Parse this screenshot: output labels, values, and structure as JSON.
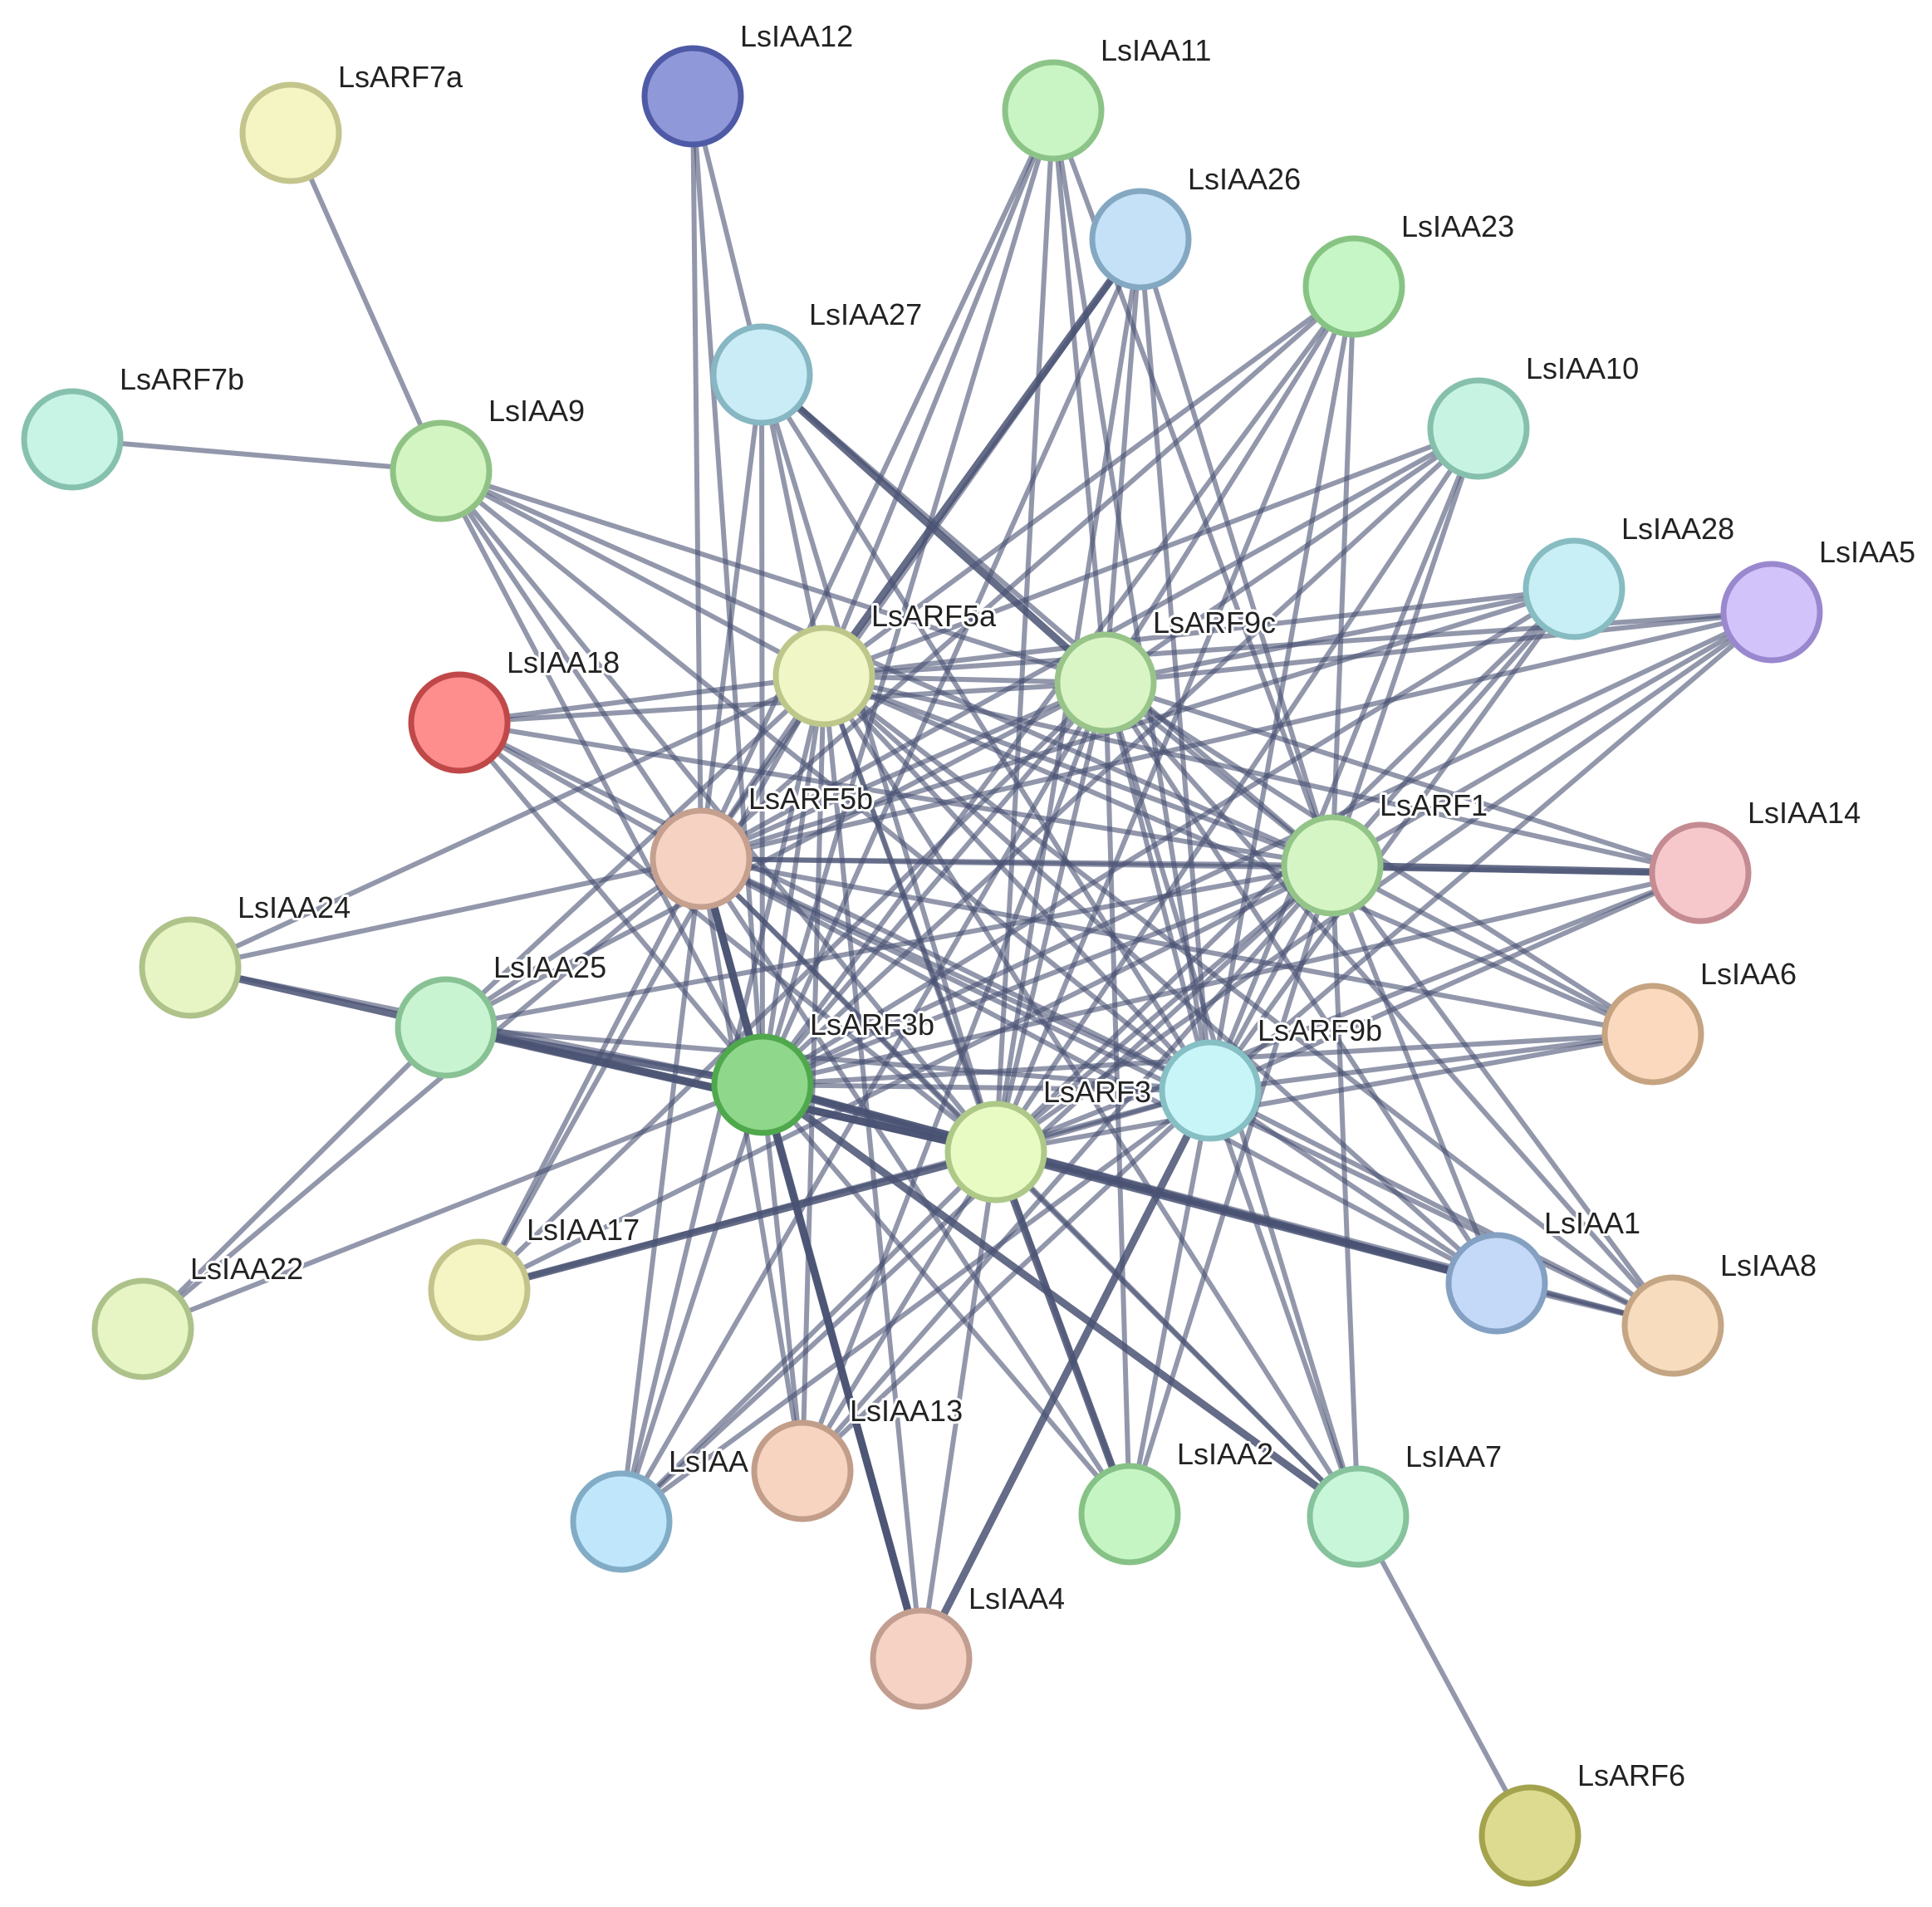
{
  "network": {
    "nodes": [
      {
        "id": "LsARF7a",
        "label": "LsARF7a",
        "fill": "#f5f5c4",
        "stroke": "#c3c58c"
      },
      {
        "id": "LsIAA12",
        "label": "LsIAA12",
        "fill": "#8f98d8",
        "stroke": "#4f5aa6"
      },
      {
        "id": "LsIAA11",
        "label": "LsIAA11",
        "fill": "#c9f5c4",
        "stroke": "#8cc488"
      },
      {
        "id": "LsIAA26",
        "label": "LsIAA26",
        "fill": "#c4e1f7",
        "stroke": "#84a8c2"
      },
      {
        "id": "LsIAA23",
        "label": "LsIAA23",
        "fill": "#c6f6c5",
        "stroke": "#87c484"
      },
      {
        "id": "LsIAA27",
        "label": "LsIAA27",
        "fill": "#c9ecf6",
        "stroke": "#86b7c2"
      },
      {
        "id": "LsIAA10",
        "label": "LsIAA10",
        "fill": "#c7f4e2",
        "stroke": "#86c0ac"
      },
      {
        "id": "LsARF7b",
        "label": "LsARF7b",
        "fill": "#c7f4e4",
        "stroke": "#86c0ae"
      },
      {
        "id": "LsIAA9",
        "label": "LsIAA9",
        "fill": "#d2f5c2",
        "stroke": "#90c285"
      },
      {
        "id": "LsIAA28",
        "label": "LsIAA28",
        "fill": "#c8eff5",
        "stroke": "#86bcc2"
      },
      {
        "id": "LsIAA5",
        "label": "LsIAA5",
        "fill": "#d2c4fb",
        "stroke": "#9a88cf"
      },
      {
        "id": "LsARF5a",
        "label": "LsARF5a",
        "fill": "#f1f6c6",
        "stroke": "#bdc78a"
      },
      {
        "id": "LsARF9c",
        "label": "LsARF9c",
        "fill": "#d9f5c5",
        "stroke": "#98c48a"
      },
      {
        "id": "LsIAA18",
        "label": "LsIAA18",
        "fill": "#fe8e8e",
        "stroke": "#c04848"
      },
      {
        "id": "LsARF5b",
        "label": "LsARF5b",
        "fill": "#f6d2c3",
        "stroke": "#c6a08e"
      },
      {
        "id": "LsARF1",
        "label": "LsARF1",
        "fill": "#d6f5c4",
        "stroke": "#93c488"
      },
      {
        "id": "LsIAA14",
        "label": "LsIAA14",
        "fill": "#f6c8cc",
        "stroke": "#c48c92"
      },
      {
        "id": "LsIAA24",
        "label": "LsIAA24",
        "fill": "#e7f5c4",
        "stroke": "#aec28a"
      },
      {
        "id": "LsIAA25",
        "label": "LsIAA25",
        "fill": "#c9f4d2",
        "stroke": "#88c294"
      },
      {
        "id": "LsIAA6",
        "label": "LsIAA6",
        "fill": "#fad9be",
        "stroke": "#c6a482"
      },
      {
        "id": "LsARF3b",
        "label": "LsARF3b",
        "fill": "#8fd78a",
        "stroke": "#4fa84c"
      },
      {
        "id": "LsARF9b",
        "label": "LsARF9b",
        "fill": "#c8f5f7",
        "stroke": "#86bfc4"
      },
      {
        "id": "LsARF3",
        "label": "LsARF3",
        "fill": "#e8fbc2",
        "stroke": "#aec888"
      },
      {
        "id": "LsIAA1",
        "label": "LsIAA1",
        "fill": "#c4d8f7",
        "stroke": "#84a0c2"
      },
      {
        "id": "LsIAA8",
        "label": "LsIAA8",
        "fill": "#f8dcbe",
        "stroke": "#c4a684"
      },
      {
        "id": "LsIAA22",
        "label": "LsIAA22",
        "fill": "#e7f5c4",
        "stroke": "#adc28a"
      },
      {
        "id": "LsIAA17",
        "label": "LsIAA17",
        "fill": "#f5f5c4",
        "stroke": "#c3c38c"
      },
      {
        "id": "LsIAA13",
        "label": "LsIAA13",
        "fill": "#f6d4c0",
        "stroke": "#c29e8a"
      },
      {
        "id": "LsIAA-hidden",
        "label": "LsIAA",
        "fill": "#bfe6fb",
        "stroke": "#82acc6"
      },
      {
        "id": "LsIAA2",
        "label": "LsIAA2",
        "fill": "#c6f5c4",
        "stroke": "#86c286"
      },
      {
        "id": "LsIAA7",
        "label": "LsIAA7",
        "fill": "#c7f6d8",
        "stroke": "#86c29c"
      },
      {
        "id": "LsIAA4",
        "label": "LsIAA4",
        "fill": "#f6d2c5",
        "stroke": "#c29e90"
      },
      {
        "id": "LsARF6",
        "label": "LsARF6",
        "fill": "#dcdb8f",
        "stroke": "#a4a34e"
      }
    ],
    "edges": [
      [
        "LsARF7a",
        "LsIAA9",
        1
      ],
      [
        "LsARF7b",
        "LsIAA9",
        1
      ],
      [
        "LsIAA12",
        "LsIAA27",
        1
      ],
      [
        "LsIAA12",
        "LsARF5b",
        1
      ],
      [
        "LsIAA12",
        "LsARF3b",
        1
      ],
      [
        "LsIAA11",
        "LsARF5a",
        1
      ],
      [
        "LsIAA11",
        "LsARF9c",
        1
      ],
      [
        "LsIAA11",
        "LsARF5b",
        1
      ],
      [
        "LsIAA11",
        "LsARF1",
        1
      ],
      [
        "LsIAA11",
        "LsARF3b",
        1
      ],
      [
        "LsIAA11",
        "LsARF3",
        1
      ],
      [
        "LsIAA11",
        "LsARF9b",
        1
      ],
      [
        "LsIAA26",
        "LsARF5a",
        2
      ],
      [
        "LsIAA26",
        "LsARF9c",
        1
      ],
      [
        "LsIAA26",
        "LsARF5b",
        1
      ],
      [
        "LsIAA26",
        "LsARF1",
        1
      ],
      [
        "LsIAA26",
        "LsARF3b",
        1
      ],
      [
        "LsIAA26",
        "LsARF3",
        1
      ],
      [
        "LsIAA26",
        "LsARF9b",
        1
      ],
      [
        "LsIAA23",
        "LsARF5a",
        1
      ],
      [
        "LsIAA23",
        "LsARF9c",
        1
      ],
      [
        "LsIAA23",
        "LsARF5b",
        1
      ],
      [
        "LsIAA23",
        "LsARF1",
        1
      ],
      [
        "LsIAA23",
        "LsARF3b",
        1
      ],
      [
        "LsIAA23",
        "LsARF3",
        1
      ],
      [
        "LsIAA23",
        "LsARF9b",
        1
      ],
      [
        "LsIAA27",
        "LsARF5a",
        1
      ],
      [
        "LsIAA27",
        "LsARF9c",
        2
      ],
      [
        "LsIAA27",
        "LsARF5b",
        1
      ],
      [
        "LsIAA27",
        "LsARF1",
        1
      ],
      [
        "LsIAA27",
        "LsARF3b",
        1
      ],
      [
        "LsIAA27",
        "LsARF3",
        1
      ],
      [
        "LsIAA27",
        "LsARF9b",
        1
      ],
      [
        "LsIAA10",
        "LsARF5a",
        1
      ],
      [
        "LsIAA10",
        "LsARF9c",
        1
      ],
      [
        "LsIAA10",
        "LsARF5b",
        1
      ],
      [
        "LsIAA10",
        "LsARF1",
        1
      ],
      [
        "LsIAA10",
        "LsARF3b",
        1
      ],
      [
        "LsIAA10",
        "LsARF3",
        1
      ],
      [
        "LsIAA10",
        "LsARF9b",
        1
      ],
      [
        "LsIAA9",
        "LsARF5a",
        1
      ],
      [
        "LsIAA9",
        "LsARF9c",
        1
      ],
      [
        "LsIAA9",
        "LsARF5b",
        1
      ],
      [
        "LsIAA9",
        "LsARF1",
        1
      ],
      [
        "LsIAA9",
        "LsARF3b",
        1
      ],
      [
        "LsIAA9",
        "LsARF3",
        1
      ],
      [
        "LsIAA9",
        "LsARF9b",
        1
      ],
      [
        "LsIAA28",
        "LsARF5a",
        1
      ],
      [
        "LsIAA28",
        "LsARF9c",
        1
      ],
      [
        "LsIAA28",
        "LsARF5b",
        1
      ],
      [
        "LsIAA28",
        "LsARF1",
        1
      ],
      [
        "LsIAA28",
        "LsARF3b",
        1
      ],
      [
        "LsIAA28",
        "LsARF3",
        1
      ],
      [
        "LsIAA28",
        "LsARF9b",
        1
      ],
      [
        "LsIAA5",
        "LsARF5a",
        1
      ],
      [
        "LsIAA5",
        "LsARF9c",
        1
      ],
      [
        "LsIAA5",
        "LsARF5b",
        1
      ],
      [
        "LsIAA5",
        "LsARF1",
        1
      ],
      [
        "LsIAA5",
        "LsARF3b",
        1
      ],
      [
        "LsIAA5",
        "LsARF3",
        1
      ],
      [
        "LsIAA5",
        "LsARF9b",
        1
      ],
      [
        "LsIAA18",
        "LsARF5a",
        1
      ],
      [
        "LsIAA18",
        "LsARF9c",
        1
      ],
      [
        "LsIAA18",
        "LsARF5b",
        1
      ],
      [
        "LsIAA18",
        "LsARF1",
        1
      ],
      [
        "LsIAA18",
        "LsARF3b",
        1
      ],
      [
        "LsIAA18",
        "LsARF3",
        1
      ],
      [
        "LsIAA18",
        "LsARF9b",
        1
      ],
      [
        "LsIAA14",
        "LsARF5a",
        1
      ],
      [
        "LsIAA14",
        "LsARF9c",
        1
      ],
      [
        "LsIAA14",
        "LsARF5b",
        1
      ],
      [
        "LsIAA14",
        "LsARF1",
        2
      ],
      [
        "LsIAA14",
        "LsARF3b",
        1
      ],
      [
        "LsIAA14",
        "LsARF3",
        1
      ],
      [
        "LsIAA14",
        "LsARF9b",
        1
      ],
      [
        "LsIAA24",
        "LsARF5a",
        1
      ],
      [
        "LsIAA24",
        "LsARF5b",
        1
      ],
      [
        "LsIAA24",
        "LsARF3b",
        1
      ],
      [
        "LsIAA24",
        "LsARF3",
        2
      ],
      [
        "LsIAA25",
        "LsARF5a",
        1
      ],
      [
        "LsIAA25",
        "LsARF9c",
        1
      ],
      [
        "LsIAA25",
        "LsARF5b",
        1
      ],
      [
        "LsIAA25",
        "LsARF1",
        1
      ],
      [
        "LsIAA25",
        "LsARF3b",
        2
      ],
      [
        "LsIAA25",
        "LsARF3",
        2
      ],
      [
        "LsIAA25",
        "LsARF9b",
        1
      ],
      [
        "LsIAA25",
        "LsIAA22",
        1
      ],
      [
        "LsIAA6",
        "LsARF5a",
        1
      ],
      [
        "LsIAA6",
        "LsARF9c",
        1
      ],
      [
        "LsIAA6",
        "LsARF5b",
        1
      ],
      [
        "LsIAA6",
        "LsARF1",
        1
      ],
      [
        "LsIAA6",
        "LsARF3b",
        1
      ],
      [
        "LsIAA6",
        "LsARF3",
        1
      ],
      [
        "LsIAA6",
        "LsARF9b",
        1
      ],
      [
        "LsIAA1",
        "LsARF5a",
        1
      ],
      [
        "LsIAA1",
        "LsARF9c",
        1
      ],
      [
        "LsIAA1",
        "LsARF5b",
        1
      ],
      [
        "LsIAA1",
        "LsARF1",
        1
      ],
      [
        "LsIAA1",
        "LsARF3b",
        2
      ],
      [
        "LsIAA1",
        "LsARF3",
        2
      ],
      [
        "LsIAA1",
        "LsARF9b",
        1
      ],
      [
        "LsIAA1",
        "LsIAA8",
        1
      ],
      [
        "LsIAA8",
        "LsARF5a",
        1
      ],
      [
        "LsIAA8",
        "LsARF9c",
        1
      ],
      [
        "LsIAA8",
        "LsARF5b",
        1
      ],
      [
        "LsIAA8",
        "LsARF1",
        1
      ],
      [
        "LsIAA8",
        "LsARF3b",
        1
      ],
      [
        "LsIAA8",
        "LsARF3",
        1
      ],
      [
        "LsIAA8",
        "LsARF9b",
        1
      ],
      [
        "LsIAA22",
        "LsARF5b",
        1
      ],
      [
        "LsIAA22",
        "LsARF3b",
        1
      ],
      [
        "LsIAA17",
        "LsARF5a",
        1
      ],
      [
        "LsIAA17",
        "LsARF9c",
        1
      ],
      [
        "LsIAA17",
        "LsARF5b",
        1
      ],
      [
        "LsIAA17",
        "LsARF1",
        1
      ],
      [
        "LsIAA17",
        "LsARF3",
        2
      ],
      [
        "LsIAA17",
        "LsARF9b",
        1
      ],
      [
        "LsIAA13",
        "LsARF5a",
        1
      ],
      [
        "LsIAA13",
        "LsARF9c",
        1
      ],
      [
        "LsIAA13",
        "LsARF5b",
        1
      ],
      [
        "LsIAA13",
        "LsARF1",
        1
      ],
      [
        "LsIAA13",
        "LsARF3b",
        1
      ],
      [
        "LsIAA13",
        "LsARF3",
        1
      ],
      [
        "LsIAA13",
        "LsARF9b",
        1
      ],
      [
        "LsIAA-hidden",
        "LsARF5a",
        1
      ],
      [
        "LsIAA-hidden",
        "LsARF9c",
        1
      ],
      [
        "LsIAA-hidden",
        "LsARF5b",
        1
      ],
      [
        "LsIAA-hidden",
        "LsARF1",
        1
      ],
      [
        "LsIAA-hidden",
        "LsARF3b",
        1
      ],
      [
        "LsIAA-hidden",
        "LsARF3",
        1
      ],
      [
        "LsIAA-hidden",
        "LsARF9b",
        1
      ],
      [
        "LsIAA2",
        "LsARF5a",
        1
      ],
      [
        "LsIAA2",
        "LsARF9c",
        1
      ],
      [
        "LsIAA2",
        "LsARF5b",
        1
      ],
      [
        "LsIAA2",
        "LsARF1",
        1
      ],
      [
        "LsIAA2",
        "LsARF3b",
        1
      ],
      [
        "LsIAA2",
        "LsARF3",
        2
      ],
      [
        "LsIAA2",
        "LsARF9b",
        1
      ],
      [
        "LsIAA7",
        "LsARF5a",
        1
      ],
      [
        "LsIAA7",
        "LsARF9c",
        1
      ],
      [
        "LsIAA7",
        "LsARF5b",
        1
      ],
      [
        "LsIAA7",
        "LsARF1",
        1
      ],
      [
        "LsIAA7",
        "LsARF3b",
        2
      ],
      [
        "LsIAA7",
        "LsARF3",
        1
      ],
      [
        "LsIAA7",
        "LsARF9b",
        1
      ],
      [
        "LsIAA7",
        "LsARF6",
        1
      ],
      [
        "LsIAA4",
        "LsARF5a",
        1
      ],
      [
        "LsIAA4",
        "LsARF5b",
        2
      ],
      [
        "LsIAA4",
        "LsARF3b",
        2
      ],
      [
        "LsIAA4",
        "LsARF3",
        1
      ],
      [
        "LsIAA4",
        "LsARF9b",
        2
      ],
      [
        "LsARF5a",
        "LsARF9c",
        1
      ],
      [
        "LsARF5a",
        "LsARF5b",
        1
      ],
      [
        "LsARF5a",
        "LsARF1",
        1
      ],
      [
        "LsARF5a",
        "LsARF3b",
        1
      ],
      [
        "LsARF5a",
        "LsARF3",
        1
      ],
      [
        "LsARF5a",
        "LsARF9b",
        1
      ],
      [
        "LsARF9c",
        "LsARF5b",
        1
      ],
      [
        "LsARF9c",
        "LsARF1",
        1
      ],
      [
        "LsARF9c",
        "LsARF3b",
        1
      ],
      [
        "LsARF9c",
        "LsARF3",
        1
      ],
      [
        "LsARF9c",
        "LsARF9b",
        1
      ],
      [
        "LsARF5b",
        "LsARF1",
        1
      ],
      [
        "LsARF5b",
        "LsARF3b",
        2
      ],
      [
        "LsARF5b",
        "LsARF3",
        1
      ],
      [
        "LsARF5b",
        "LsARF9b",
        1
      ],
      [
        "LsARF1",
        "LsARF3b",
        1
      ],
      [
        "LsARF1",
        "LsARF3",
        1
      ],
      [
        "LsARF1",
        "LsARF9b",
        1
      ],
      [
        "LsARF3b",
        "LsARF3",
        2
      ],
      [
        "LsARF3b",
        "LsARF9b",
        1
      ],
      [
        "LsARF3",
        "LsARF9b",
        1
      ]
    ]
  }
}
